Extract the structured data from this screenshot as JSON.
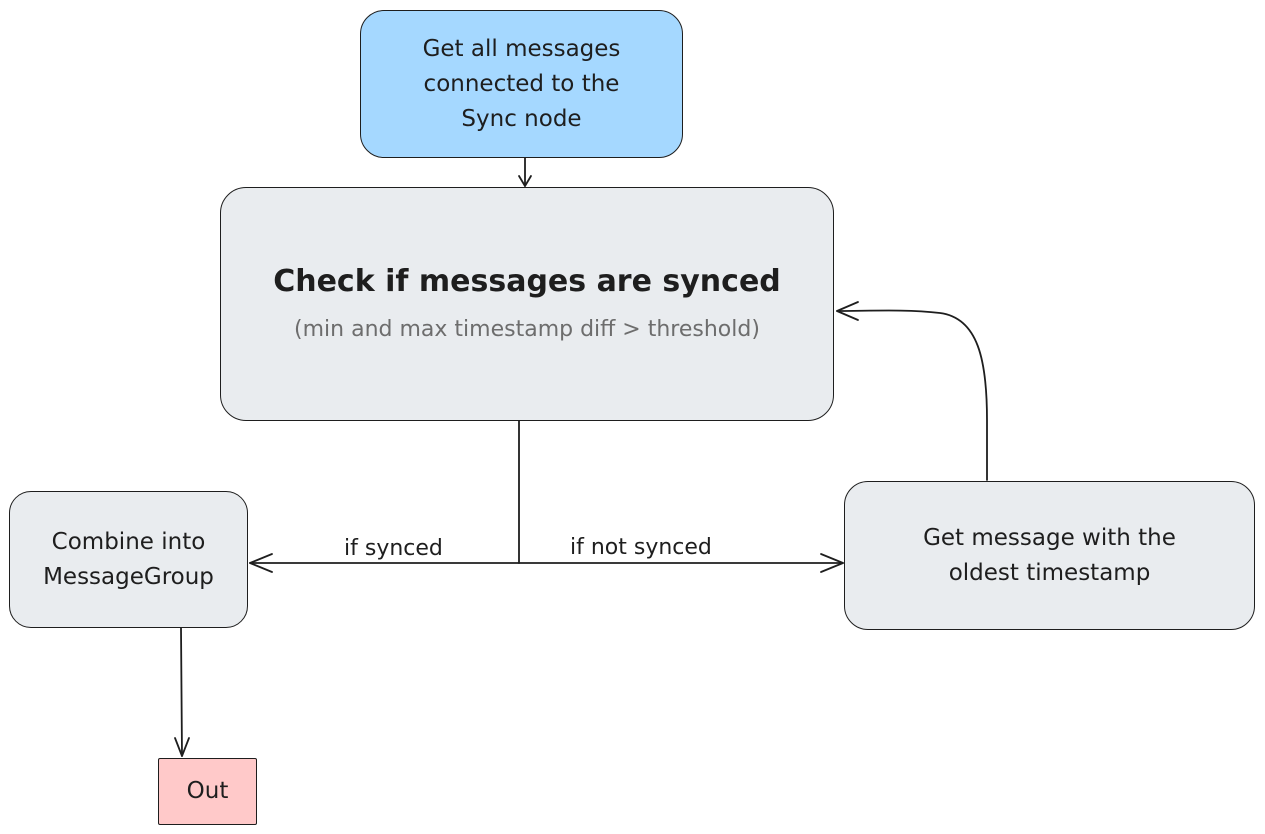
{
  "diagram": {
    "nodes": {
      "start": {
        "label": "Get all messages\nconnected to the\nSync node"
      },
      "check": {
        "title": "Check if messages are synced",
        "subtitle": "(min and max timestamp diff > threshold)"
      },
      "combine": {
        "label": "Combine into\nMessageGroup"
      },
      "oldest": {
        "label": "Get message with the\noldest timestamp"
      },
      "out": {
        "label": "Out"
      }
    },
    "edges": {
      "synced": {
        "label": "if synced"
      },
      "not_synced": {
        "label": "if not synced"
      }
    },
    "colors": {
      "start_fill": "#a5d8ff",
      "process_fill": "#e9ecef",
      "end_fill": "#ffc9c9",
      "stroke": "#1e1e1e",
      "subtitle_text": "#6d6d6d"
    }
  }
}
